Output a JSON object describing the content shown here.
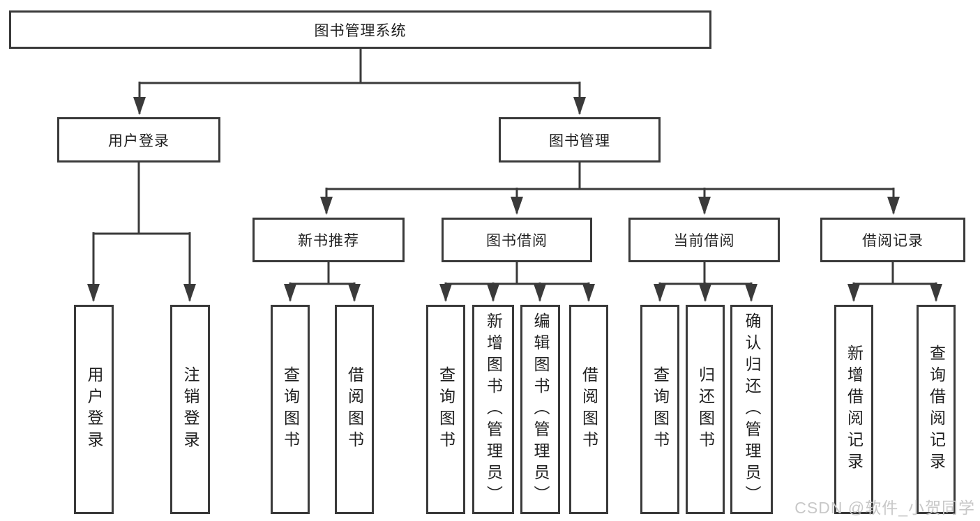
{
  "diagram": {
    "root": {
      "label": "图书管理系统"
    },
    "branches": [
      {
        "label": "用户登录",
        "children": [
          {
            "label": "用户登录"
          },
          {
            "label": "注销登录"
          }
        ]
      },
      {
        "label": "图书管理",
        "children": [
          {
            "label": "新书推荐",
            "children": [
              {
                "label": "查询图书"
              },
              {
                "label": "借阅图书"
              }
            ]
          },
          {
            "label": "图书借阅",
            "children": [
              {
                "label": "查询图书"
              },
              {
                "label": "新增图书（管理员）"
              },
              {
                "label": "编辑图书（管理员）"
              },
              {
                "label": "借阅图书"
              }
            ]
          },
          {
            "label": "当前借阅",
            "children": [
              {
                "label": "查询图书"
              },
              {
                "label": "归还图书"
              },
              {
                "label": "确认归还（管理员）"
              }
            ]
          },
          {
            "label": "借阅记录",
            "children": [
              {
                "label": "新增借阅记录"
              },
              {
                "label": "查询借阅记录"
              }
            ]
          }
        ]
      }
    ]
  },
  "watermark": {
    "text": "CSDN @软件_小贺同学",
    "color": "#c8c8c8"
  },
  "colors": {
    "border": "#3a3a3a",
    "line": "#3a3a3a",
    "text": "#1f1f1f",
    "background": "#ffffff",
    "watermark": "#c8c8c8"
  }
}
